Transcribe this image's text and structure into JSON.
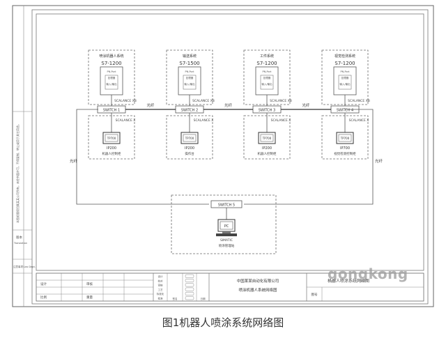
{
  "stations": [
    {
      "title": "喷涂机器人系统",
      "plc": "S7-1200",
      "plc_inner": [
        "PN-Port",
        "处理器",
        "输入/输出"
      ],
      "switch_top": "SCALANCE XB",
      "switch_main": "SWITCH 1",
      "switch_bot": "SCALANCE X",
      "hmi": "TP700",
      "device": "IP200",
      "footer": "机器人控制柜"
    },
    {
      "title": "输送系统",
      "plc": "S7-1500",
      "plc_inner": [
        "PN-Port",
        "处理器",
        "输入/输出"
      ],
      "switch_top": "SCALANCE XB",
      "switch_main": "SWITCH 2",
      "switch_bot": "SCALANCE X",
      "hmi": "TP700",
      "device": "IP200",
      "footer": "操作台"
    },
    {
      "title": "工件系统",
      "plc": "S7-1200",
      "plc_inner": [
        "PN-Port",
        "处理器",
        "输入/输出"
      ],
      "switch_top": "SCALANCE XB",
      "switch_main": "SWITCH 3",
      "switch_bot": "SCALANCE X",
      "hmi": "TP700",
      "device": "IP200",
      "footer": "机器人控制柜"
    },
    {
      "title": "视觉检测系统",
      "plc": "S7-1200",
      "plc_inner": [
        "PN-Port",
        "处理器",
        "输入/输出"
      ],
      "switch_top": "SCALANCE XB",
      "switch_main": "SWITCH 4",
      "switch_bot": "SCALANCE X",
      "hmi": "TP700",
      "device": "IP700",
      "footer": "视觉检测控制柜"
    }
  ],
  "link_label": "光纤",
  "ring_left_label": "光纤",
  "ring_right_label": "光纤",
  "central": {
    "switch": "SWITCH 5",
    "pc": "PC",
    "pc_label": "SIMATIC",
    "footer": "喷涂管理站"
  },
  "title_block": {
    "company": "中国某某自动化有限公司",
    "drawing_title": "喷涂机器人系统网络图",
    "right_title": "机器人喷涂系统网络图",
    "right_sub": "图号",
    "cells_a": [
      "设计",
      "校对",
      "审核",
      "工艺",
      "标准化",
      "批准"
    ],
    "cells_b": [
      "签名",
      "日期"
    ],
    "bottom_left": [
      "设计",
      "审核"
    ],
    "bottom_mid": [
      "比例",
      "重量"
    ]
  },
  "side_labels": {
    "rev": "版本",
    "trans": "Translation",
    "note": "注意事项 Leo Dept.",
    "warning": "本图纸版权归属某某公司所有，未经书面许可，不得复制、转让或用于其它用途。"
  },
  "caption": "图1机器人喷涂系统网络图",
  "watermark": "gongkong",
  "colors": {
    "line": "#555555",
    "dash": "#6a6a6a",
    "text": "#333333"
  }
}
